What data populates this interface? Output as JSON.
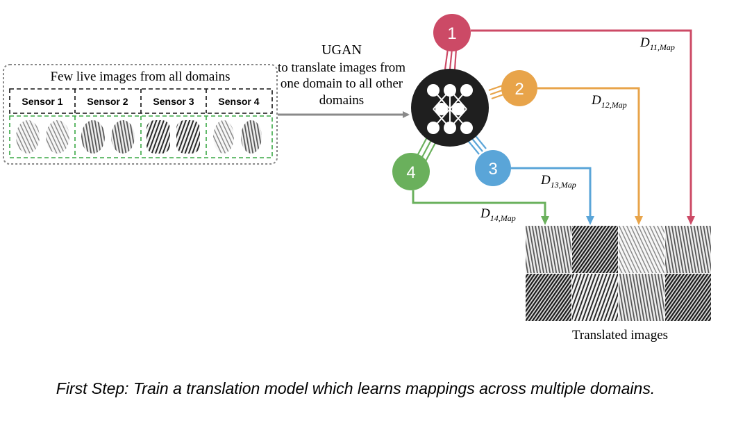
{
  "source_box": {
    "title": "Few live images from all domains",
    "sensors": [
      "Sensor 1",
      "Sensor 2",
      "Sensor 3",
      "Sensor 4"
    ]
  },
  "ugan_label": {
    "line1": "UGAN",
    "line2": "to translate images from",
    "line3": "one domain to all other",
    "line4": "domains"
  },
  "domains": [
    {
      "id": "1",
      "color": "#cc4a66",
      "mapping_label": "D",
      "mapping_sub": "11,Map"
    },
    {
      "id": "2",
      "color": "#e8a44a",
      "mapping_label": "D",
      "mapping_sub": "12,Map"
    },
    {
      "id": "3",
      "color": "#5aa5d8",
      "mapping_label": "D",
      "mapping_sub": "13,Map"
    },
    {
      "id": "4",
      "color": "#6ab05c",
      "mapping_label": "D",
      "mapping_sub": "14,Map"
    }
  ],
  "output_caption": "Translated images",
  "caption": "First Step: Train a translation model which learns mappings across multiple domains."
}
